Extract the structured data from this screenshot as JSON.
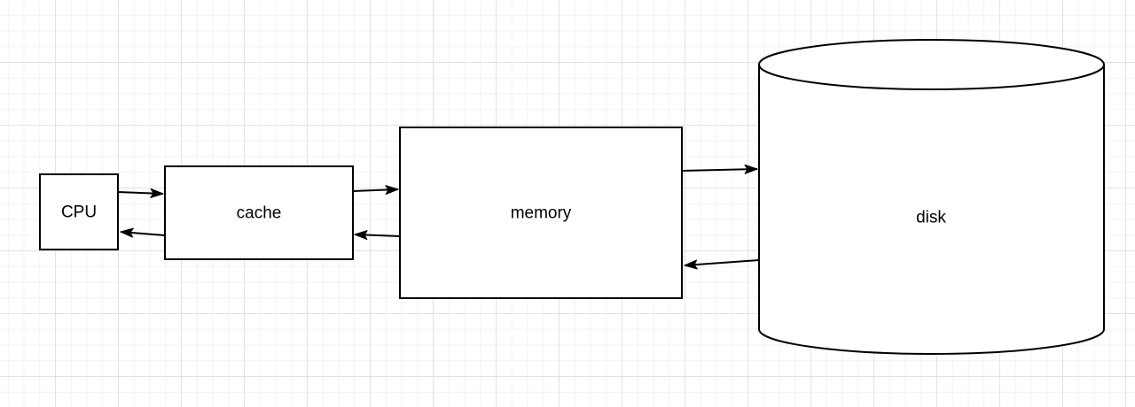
{
  "diagram": {
    "title": "memory-hierarchy-diagram",
    "nodes": [
      {
        "id": "cpu",
        "label": "CPU",
        "shape": "rectangle"
      },
      {
        "id": "cache",
        "label": "cache",
        "shape": "rectangle"
      },
      {
        "id": "memory",
        "label": "memory",
        "shape": "rectangle"
      },
      {
        "id": "disk",
        "label": "disk",
        "shape": "cylinder"
      }
    ],
    "edges": [
      {
        "from": "cpu",
        "to": "cache",
        "direction": "right"
      },
      {
        "from": "cache",
        "to": "cpu",
        "direction": "left"
      },
      {
        "from": "cache",
        "to": "memory",
        "direction": "right"
      },
      {
        "from": "memory",
        "to": "cache",
        "direction": "left"
      },
      {
        "from": "memory",
        "to": "disk",
        "direction": "right"
      },
      {
        "from": "disk",
        "to": "memory",
        "direction": "left"
      }
    ],
    "colors": {
      "shape_stroke": "#000000",
      "shape_fill": "#ffffff",
      "grid_minor": "#f3f3f3",
      "grid_major": "#e2e2e2",
      "background": "#ffffff"
    }
  }
}
